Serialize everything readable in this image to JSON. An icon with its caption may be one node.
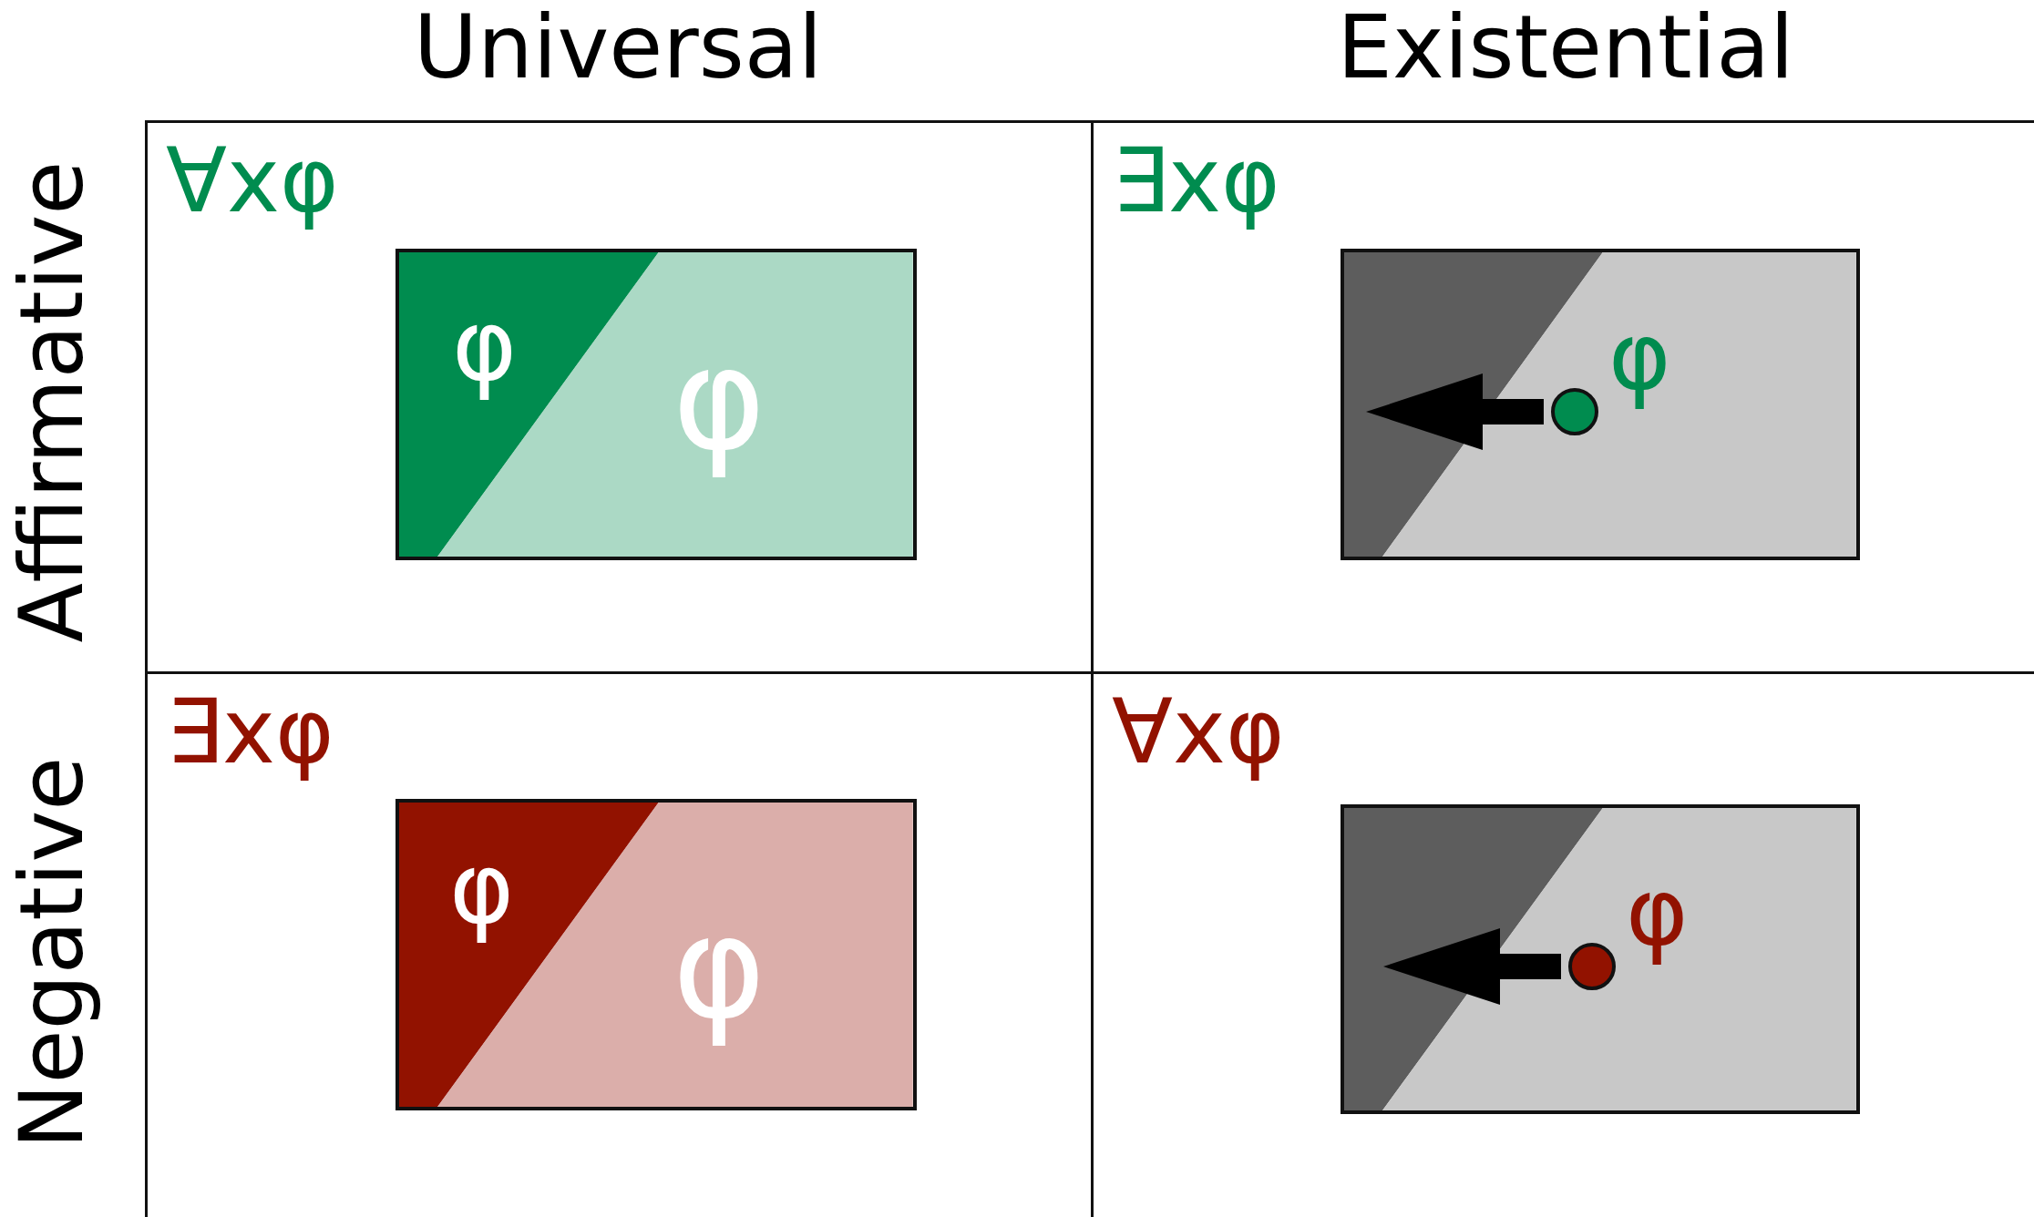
{
  "diagram": {
    "nodes": [
      {
        "text": [
          "∀xφ"
        ]
      },
      {
        "text": [],
        "shape": "box",
        "in": 0
      },
      {
        "text": [
          "φ"
        ],
        "in": 1
      },
      {
        "text": [
          "φ"
        ],
        "in": 1
      },
      {
        "text": [
          "∃xφ"
        ]
      },
      {
        "text": [],
        "shape": "box",
        "in": 4
      },
      {
        "text": [],
        "shape": "box",
        "in": 5
      },
      {
        "text": [],
        "shape": "box",
        "in": 5
      },
      {
        "text": [],
        "shape": "circle",
        "in": 7,
        "beside": [
          "φ"
        ]
      },
      {
        "text": [
          "∃xφ"
        ]
      },
      {
        "text": [],
        "shape": "box",
        "in": 9
      },
      {
        "text": [
          "φ"
        ],
        "in": 10
      },
      {
        "text": [
          "φ"
        ],
        "in": 10
      },
      {
        "text": [
          "∀xφ"
        ]
      },
      {
        "text": [],
        "shape": "box",
        "in": 13
      },
      {
        "text": [],
        "shape": "box",
        "in": 14
      },
      {
        "text": [],
        "shape": "box",
        "in": 14
      },
      {
        "text": [],
        "shape": "circle",
        "in": 16,
        "beside": [
          "φ"
        ]
      }
    ],
    "edges": [
      {
        "from": 8,
        "to": 6,
        "arrow": "to"
      },
      {
        "from": 17,
        "to": 15,
        "arrow": "to"
      }
    ],
    "labels": [
      "Universal",
      "Existential",
      "Affirmative",
      "Negative"
    ]
  }
}
